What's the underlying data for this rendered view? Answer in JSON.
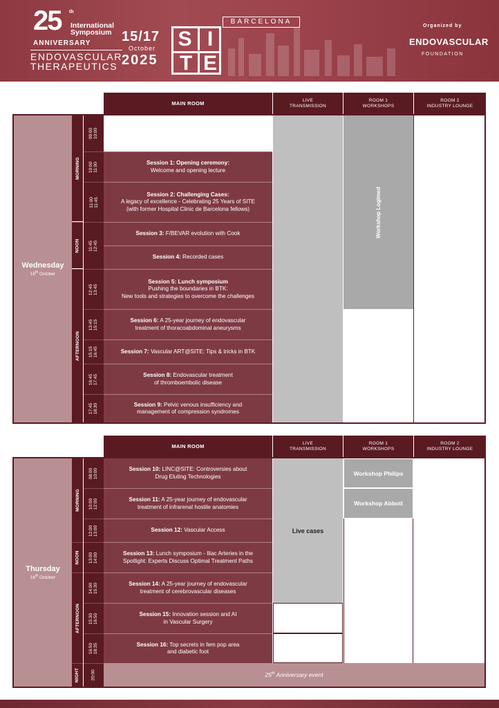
{
  "header": {
    "anniv_number": "25",
    "anniv_suffix": "th",
    "international": "International",
    "symposium": "Symposium",
    "anniversary": "ANNIVERSARY",
    "endovascular": "ENDOVASCULAR",
    "therapeutics": "THERAPEUTICS",
    "days": "15/17",
    "month": "October",
    "year": "2025",
    "site_letters": [
      "S",
      "I",
      "T",
      "E"
    ],
    "city": "BARCELONA",
    "organized_by": "Organized by",
    "organizer": "ENDOVASCULAR",
    "organizer_sub": "FOUNDATION"
  },
  "columns": {
    "main_room": "MAIN ROOM",
    "live": [
      "LIVE",
      "TRANSMISSION"
    ],
    "room1": [
      "ROOM 1",
      "WORKSHOPS"
    ],
    "room2": [
      "ROOM 2",
      "INDUSTRY LOUNGE"
    ]
  },
  "wednesday": {
    "day": "Wednesday",
    "date_num": "15",
    "date_sup": "th",
    "date_month": "October",
    "periods": [
      "MORNING",
      "NOON",
      "AFTERNOON"
    ],
    "times": [
      [
        "09:00",
        "10:00"
      ],
      [
        "10:00",
        "11:00"
      ],
      [
        "11:00",
        "11:45"
      ],
      [
        "11:45",
        "12:45"
      ],
      [
        "12:45",
        "13:45"
      ],
      [
        "13:45",
        "15:15"
      ],
      [
        "15:15",
        "16:45"
      ],
      [
        "16:45",
        "17:45"
      ],
      [
        "17:45",
        "18:30"
      ]
    ],
    "workshop": "Workshop Logimed",
    "sessions": [
      {
        "title": "Session 1: Opening ceremony:",
        "lines": [
          "Welcome and opening lecture"
        ]
      },
      {
        "title": "Session 2: Challenging Cases:",
        "lines": [
          "A legacy of excellence - Celebrating 25 Years of SITE",
          "(with former Hospital Clinic de Barcelona fellows)"
        ]
      },
      {
        "title": "Session 3:",
        "rest": " F/BEVAR evolution with Cook"
      },
      {
        "title": "Session 4:",
        "rest": " Recorded cases"
      },
      {
        "title": "Session 5: Lunch symposium",
        "lines": [
          "Pushing the boundaries in BTK:",
          "New tools and strategies to overcome the challenges"
        ]
      },
      {
        "title": "Session 6:",
        "rest": " A 25-year journey of endovascular",
        "lines": [
          "treatment of thoracoabdominal aneurysms"
        ]
      },
      {
        "title": "Session 7:",
        "rest": "  Vascular ART@SITE: Tips & tricks in BTK"
      },
      {
        "title": "Session 8:",
        "rest": " Endovascular treatment",
        "lines": [
          "of thromboembolic disease"
        ]
      },
      {
        "title": "Session 9:",
        "rest": " Pelvic venous insufficiency and",
        "lines": [
          "management of compression syndromes"
        ]
      }
    ]
  },
  "thursday": {
    "day": "Thursday",
    "date_num": "16",
    "date_sup": "th",
    "date_month": "October",
    "periods": [
      "MORNING",
      "NOON",
      "AFTERNOON",
      "NIGHT"
    ],
    "times": [
      [
        "08:00",
        "10:00"
      ],
      [
        "10:00",
        "12:00"
      ],
      [
        "12:00",
        "13:00"
      ],
      [
        "13:00",
        "14:00"
      ],
      [
        "14:00",
        "15:30"
      ],
      [
        "15:30",
        "16:50"
      ],
      [
        "16:50",
        "18:35"
      ],
      [
        "20:00"
      ]
    ],
    "live_cases": "Live cases",
    "workshops": [
      "Workshop Philips",
      "Workshop Abbott"
    ],
    "night_event_num": "25",
    "night_event_sup": "th",
    "night_event_rest": " Anniversary event",
    "sessions": [
      {
        "title": "Session 10:",
        "rest": " LINC@SITE: Controversies about",
        "lines": [
          "Drug Eluting Technologies"
        ]
      },
      {
        "title": "Session 11:",
        "rest": " A 25-year journey of endovascular",
        "lines": [
          "treatment of infrarenal hostile anatomies"
        ]
      },
      {
        "title": "Session 12:",
        "rest": " Vascular Access"
      },
      {
        "title": "Session 13:",
        "rest": " Lunch symposium - Iliac Arteries in the",
        "lines": [
          "Spotlight: Experts Discuss Optimal Treatment Paths"
        ]
      },
      {
        "title": "Session 14:",
        "rest": " A 25-year journey of endovascular",
        "lines": [
          "treatment of cerebrovascular diseases"
        ]
      },
      {
        "title": "Session 15:",
        "rest": " Innovation session and AI",
        "lines": [
          "in Vascular Surgery"
        ]
      },
      {
        "title": "Session 16:",
        "rest": " Top secrets in fem pop area",
        "lines": [
          "and diabetic foot"
        ]
      }
    ]
  },
  "colors": {
    "dark": "#5a1a22",
    "session": "#7e3a43",
    "day_panel": "#b88f92",
    "gray": "#bfbfbf"
  }
}
